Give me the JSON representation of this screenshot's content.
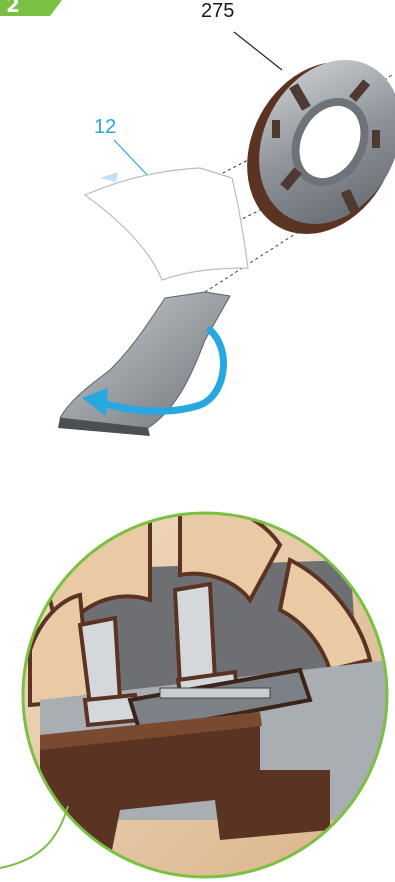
{
  "step": {
    "number": "2"
  },
  "parts": [
    {
      "id": "275",
      "label": "275"
    },
    {
      "id": "12",
      "label": "12"
    }
  ],
  "colors": {
    "accent_blue": "#27a8e0",
    "green_badge": "#7ac143",
    "wood_dark": "#5a3322",
    "wood_light": "#e8c9a6",
    "grey_part": "#9aa0a6"
  }
}
